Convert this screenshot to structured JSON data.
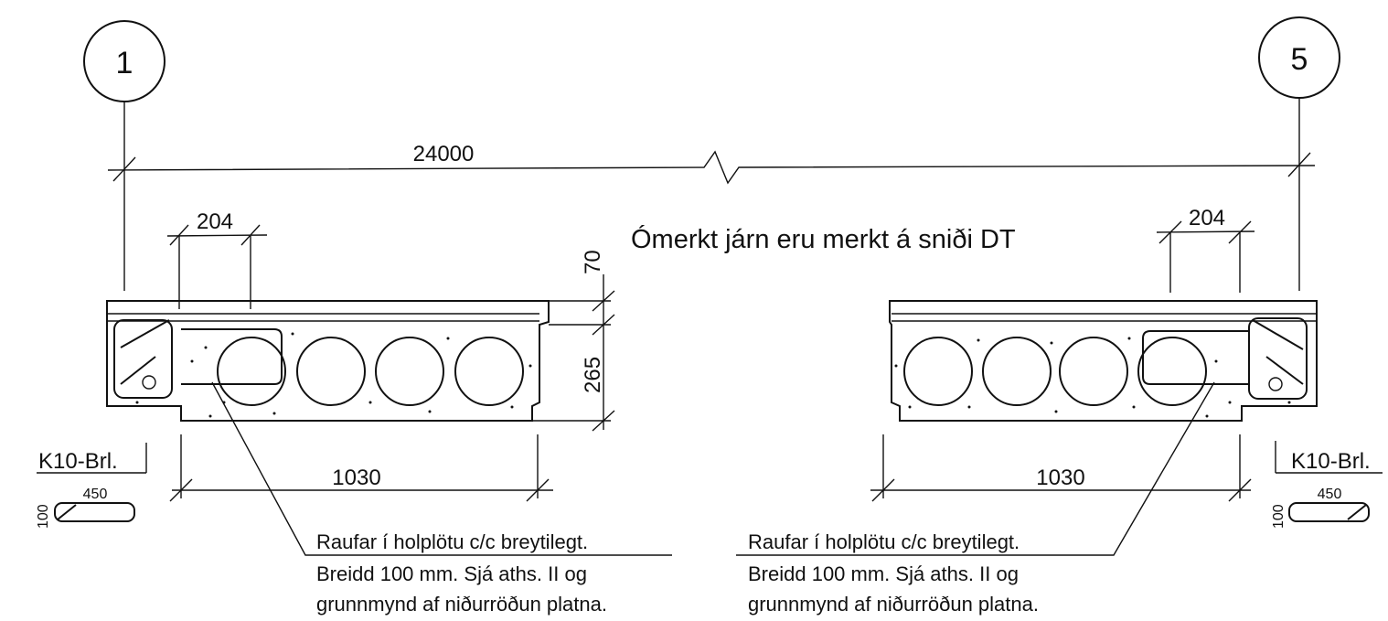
{
  "gridlines": {
    "left_label": "1",
    "right_label": "5"
  },
  "overall_dimension": "24000",
  "note_title": "Ómerkt járn eru merkt á sniði DT",
  "left_section": {
    "top_dimension": "204",
    "bottom_dimension": "1030",
    "beam_label": "K10-Brl.",
    "stirrup_length": "450",
    "stirrup_height": "100",
    "vertical_dims": [
      "70",
      "265"
    ]
  },
  "right_section": {
    "top_dimension": "204",
    "bottom_dimension": "1030",
    "beam_label": "K10-Brl.",
    "stirrup_length": "450",
    "stirrup_height": "100"
  },
  "callout_left": {
    "line1": "Raufar í holplötu c/c breytilegt.",
    "line2": "Breidd 100 mm. Sjá aths. II og",
    "line3": "grunnmynd af niðurröðun platna."
  },
  "callout_right": {
    "line1": "Raufar í holplötu c/c breytilegt.",
    "line2": "Breidd 100 mm. Sjá aths. II og",
    "line3": "grunnmynd af niðurröðun platna."
  }
}
